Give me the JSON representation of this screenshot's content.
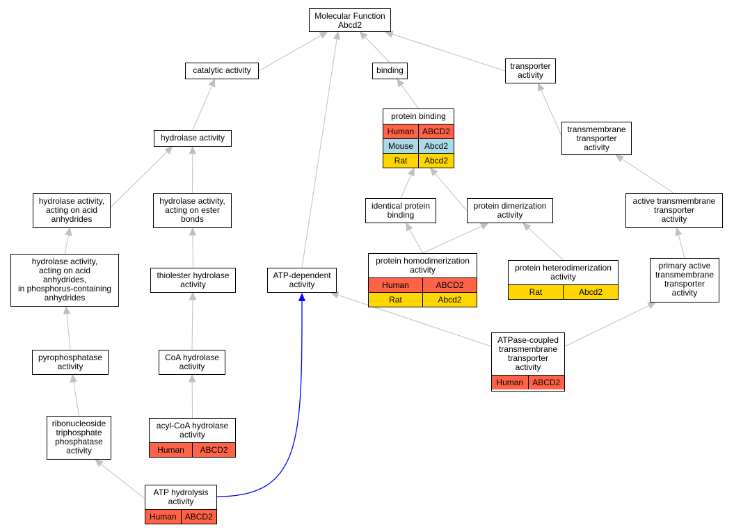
{
  "colors": {
    "Human": "#ff6347",
    "Mouse": "#add8e6",
    "Rat": "#ffd700",
    "edge": "#c0c0c0",
    "highlight_edge": "#0000ff"
  },
  "nodes": [
    {
      "id": "mf",
      "label": "Molecular Function\nAbcd2",
      "annotations": []
    },
    {
      "id": "catalytic",
      "label": "catalytic activity",
      "annotations": []
    },
    {
      "id": "binding",
      "label": "binding",
      "annotations": []
    },
    {
      "id": "transporter",
      "label": "transporter\nactivity",
      "annotations": []
    },
    {
      "id": "protein_binding",
      "label": "protein binding",
      "annotations": [
        {
          "species": "Human",
          "gene": "ABCD2"
        },
        {
          "species": "Mouse",
          "gene": "Abcd2"
        },
        {
          "species": "Rat",
          "gene": "Abcd2"
        }
      ]
    },
    {
      "id": "hydrolase",
      "label": "hydrolase activity",
      "annotations": []
    },
    {
      "id": "tm_transporter",
      "label": "transmembrane\ntransporter\nactivity",
      "annotations": []
    },
    {
      "id": "hydro_anhydrides",
      "label": "hydrolase activity,\nacting on acid\nanhydrides",
      "annotations": []
    },
    {
      "id": "hydro_ester",
      "label": "hydrolase activity,\nacting on ester\nbonds",
      "annotations": []
    },
    {
      "id": "identical",
      "label": "identical protein\nbinding",
      "annotations": []
    },
    {
      "id": "dimerization",
      "label": "protein dimerization\nactivity",
      "annotations": []
    },
    {
      "id": "active_tm",
      "label": "active transmembrane\ntransporter\nactivity",
      "annotations": []
    },
    {
      "id": "hydro_phos",
      "label": "hydrolase activity,\nacting on acid\nanhydrides,\nin phosphorus-containing\nanhydrides",
      "annotations": []
    },
    {
      "id": "thiolester",
      "label": "thiolester hydrolase\nactivity",
      "annotations": []
    },
    {
      "id": "atp_dependent",
      "label": "ATP-dependent\nactivity",
      "annotations": []
    },
    {
      "id": "homodimer",
      "label": "protein homodimerization\nactivity",
      "annotations": [
        {
          "species": "Human",
          "gene": "ABCD2"
        },
        {
          "species": "Rat",
          "gene": "Abcd2"
        }
      ]
    },
    {
      "id": "heterodimer",
      "label": "protein heterodimerization\nactivity",
      "annotations": [
        {
          "species": "Rat",
          "gene": "Abcd2"
        }
      ]
    },
    {
      "id": "primary_active",
      "label": "primary active\ntransmembrane\ntransporter\nactivity",
      "annotations": []
    },
    {
      "id": "pyrophosphatase",
      "label": "pyrophosphatase\nactivity",
      "annotations": []
    },
    {
      "id": "coa_hydrolase",
      "label": "CoA hydrolase\nactivity",
      "annotations": []
    },
    {
      "id": "atpase_coupled",
      "label": "ATPase-coupled\ntransmembrane\ntransporter\nactivity",
      "annotations": [
        {
          "species": "Human",
          "gene": "ABCD2"
        }
      ]
    },
    {
      "id": "ribonucleoside",
      "label": "ribonucleoside\ntriphosphate\nphosphatase\nactivity",
      "annotations": []
    },
    {
      "id": "acyl_coa",
      "label": "acyl-CoA hydrolase\nactivity",
      "annotations": [
        {
          "species": "Human",
          "gene": "ABCD2"
        }
      ]
    },
    {
      "id": "atp_hydrolysis",
      "label": "ATP hydrolysis\nactivity",
      "annotations": [
        {
          "species": "Human",
          "gene": "ABCD2"
        }
      ]
    }
  ],
  "edges": [
    {
      "from": "catalytic",
      "to": "mf"
    },
    {
      "from": "binding",
      "to": "mf"
    },
    {
      "from": "transporter",
      "to": "mf"
    },
    {
      "from": "atp_dependent",
      "to": "mf"
    },
    {
      "from": "hydrolase",
      "to": "catalytic"
    },
    {
      "from": "protein_binding",
      "to": "binding"
    },
    {
      "from": "tm_transporter",
      "to": "transporter"
    },
    {
      "from": "hydro_anhydrides",
      "to": "hydrolase"
    },
    {
      "from": "hydro_ester",
      "to": "hydrolase"
    },
    {
      "from": "identical",
      "to": "protein_binding"
    },
    {
      "from": "dimerization",
      "to": "protein_binding"
    },
    {
      "from": "active_tm",
      "to": "tm_transporter"
    },
    {
      "from": "hydro_phos",
      "to": "hydro_anhydrides"
    },
    {
      "from": "thiolester",
      "to": "hydro_ester"
    },
    {
      "from": "homodimer",
      "to": "identical"
    },
    {
      "from": "homodimer",
      "to": "dimerization"
    },
    {
      "from": "heterodimer",
      "to": "dimerization"
    },
    {
      "from": "primary_active",
      "to": "active_tm"
    },
    {
      "from": "pyrophosphatase",
      "to": "hydro_phos"
    },
    {
      "from": "coa_hydrolase",
      "to": "thiolester"
    },
    {
      "from": "atpase_coupled",
      "to": "atp_dependent"
    },
    {
      "from": "atpase_coupled",
      "to": "primary_active"
    },
    {
      "from": "ribonucleoside",
      "to": "pyrophosphatase"
    },
    {
      "from": "acyl_coa",
      "to": "coa_hydrolase"
    },
    {
      "from": "atp_hydrolysis",
      "to": "ribonucleoside"
    },
    {
      "from": "atp_hydrolysis",
      "to": "atp_dependent",
      "highlight": true
    }
  ]
}
